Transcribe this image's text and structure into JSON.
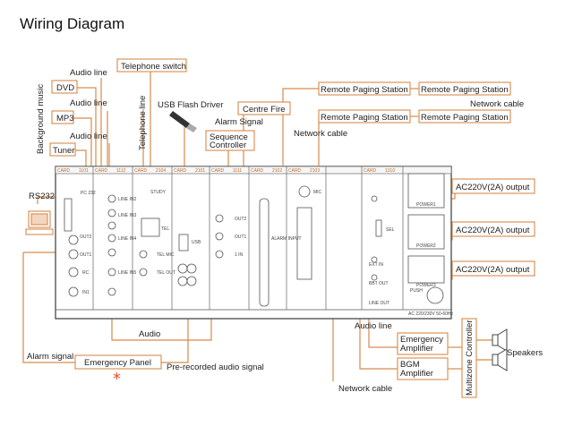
{
  "title": "Wiring Diagram",
  "colors": {
    "wire": "#d98a4a",
    "chassis": "#555555",
    "emergency": "#d9502a"
  },
  "sources": {
    "background_music": "Background music",
    "dvd": "DVD",
    "mp3": "MP3",
    "tuner": "Tuner",
    "audio_line_1": "Audio line",
    "audio_line_2": "Audio line",
    "audio_line_3": "Audio line"
  },
  "telephone": {
    "switch": "Telephone switch",
    "line": "Telephone line"
  },
  "usb": {
    "label": "USB Flash Driver"
  },
  "alarm": {
    "centre_fire": "Centre Fire",
    "alarm_signal": "Alarm Signal",
    "sequence_controller": "Sequence Controller"
  },
  "network": {
    "cable_top": "Network cable",
    "cable_right": "Network cable",
    "cable_bottom": "Network cable",
    "stations": [
      "Remote Paging Station",
      "Remote Paging Station",
      "Remote Paging Station",
      "Remote Paging Station"
    ]
  },
  "rs232": "RS232",
  "outputs": [
    "AC220V(2A) output",
    "AC220V(2A) output",
    "AC220V(2A) output"
  ],
  "bottom": {
    "audio": "Audio",
    "alarm_signal": "Alarm signal",
    "emergency_panel": "Emergency Panel",
    "prerecorded": "Pre-recorded audio signal",
    "audio_line": "Audio line",
    "emergency_amplifier": "Emergency Amplifier",
    "bgm_amplifier": "BGM Amplifier",
    "multizone": "Multizone Controller",
    "speakers": "Speakers"
  },
  "cards": [
    {
      "name": "CARD",
      "num": "1101"
    },
    {
      "name": "CARD",
      "num": "1112"
    },
    {
      "name": "CARD",
      "num": "2104"
    },
    {
      "name": "CARD",
      "num": "2101"
    },
    {
      "name": "CARD",
      "num": "1111"
    },
    {
      "name": "CARD",
      "num": "2102"
    },
    {
      "name": "CARD",
      "num": "2103"
    },
    {
      "name": "CARD",
      "num": "1310"
    }
  ],
  "card_text": {
    "pc232": "PC 232",
    "out2": "OUT2",
    "out1": "OUT1",
    "rc": "RC",
    "in1": "IN1",
    "line_in2": "LINE IN2",
    "line_in3": "LINE IN3",
    "line_in4": "LINE IN4",
    "line_in5": "LINE IN5",
    "study": "STUDY",
    "tel": "TEL",
    "tel_mic": "TEL MIC",
    "tel_out": "TEL OUT",
    "usb": "USB",
    "out2b": "OUT2",
    "out1b": "OUT1",
    "one_in": "1 IN",
    "alarm_input": "ALARM INPUT",
    "mic": "MIC",
    "power1": "POWER1",
    "power2": "POWER2",
    "power3": "POWER3",
    "push": "PUSH",
    "ac_rating": "AC 220/230V 50-60Hz",
    "sel": "SEL",
    "ext_in": "EXT IN",
    "bbt_out": "BBT OUT",
    "line_out": "LINE OUT"
  }
}
